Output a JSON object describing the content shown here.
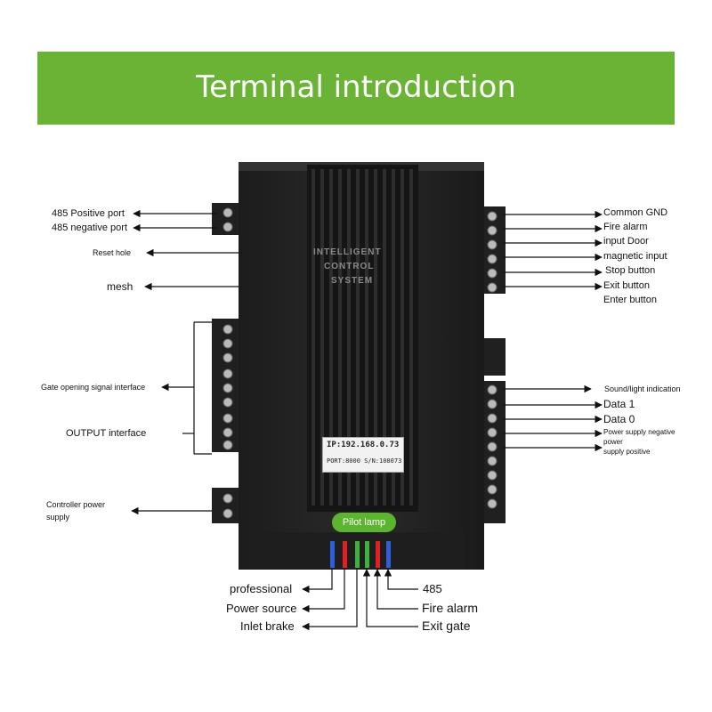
{
  "banner": {
    "title": "Terminal introduction",
    "color": "#6ab335"
  },
  "device": {
    "panel_text": [
      "INTELLIGENT",
      "CONTROL",
      "SYSTEM"
    ],
    "serial_ip": "IP:192.168.0.73",
    "serial_port": "PORT:8000 S/N:108073",
    "pilot_lamp": "Pilot lamp",
    "led_colors": [
      "#2c5fd8",
      "#e02020",
      "#3cb43c",
      "#3cb43c",
      "#e02020",
      "#2c5fd8"
    ]
  },
  "left_labels": {
    "positive_485": "485 Positive port",
    "negative_485": "485 negative port",
    "reset_hole": "Reset hole",
    "mesh": "mesh",
    "gate_signal": "Gate opening signal interface",
    "output": "OUTPUT interface",
    "power_supply": "Controller power supply"
  },
  "right_labels": {
    "common_gnd": "Common GND",
    "fire_alarm": "Fire alarm",
    "input_door": "input Door",
    "magnetic_input": "magnetic input",
    "stop_button": "Stop button",
    "exit_button": "Exit button",
    "enter_button": "Enter button",
    "sound_light": "Sound/light indication",
    "data1": "Data 1",
    "data0": "Data 0",
    "psu_negative": "Power supply negative power",
    "psu_positive": "supply positive"
  },
  "bottom_labels": {
    "professional": "professional",
    "power_source": "Power source",
    "inlet_brake": "Inlet brake",
    "b485": "485",
    "fire_alarm": "Fire alarm",
    "exit_gate": "Exit gate"
  }
}
